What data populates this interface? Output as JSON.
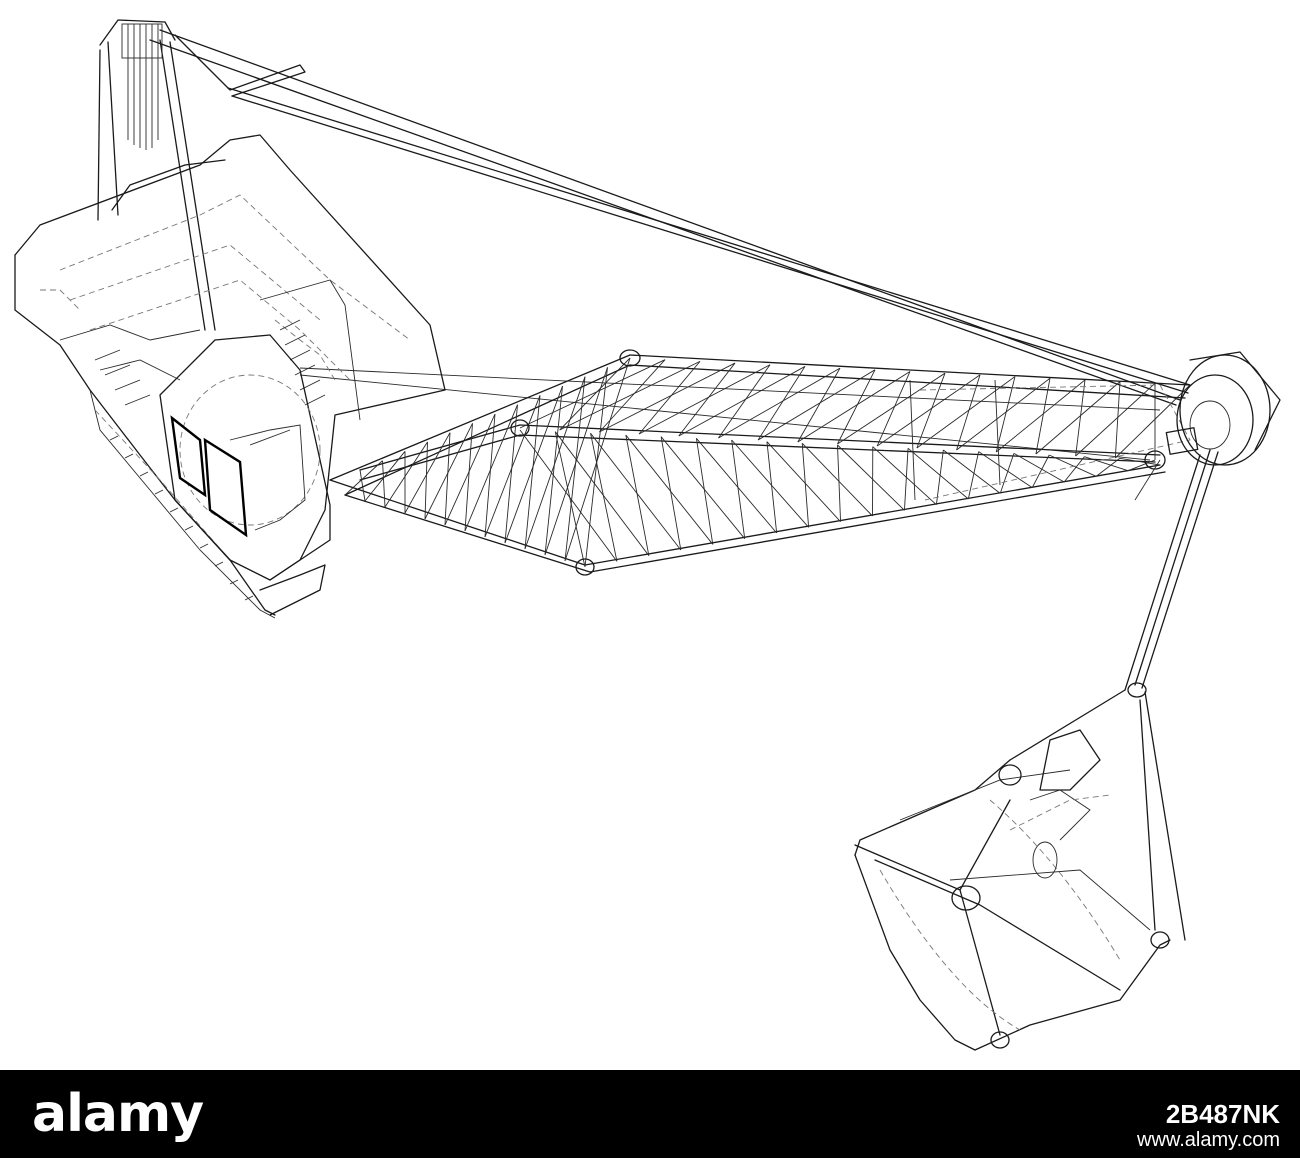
{
  "footer": {
    "brand": "alamy",
    "stock_id": "2B487NK",
    "url": "www.alamy.com"
  },
  "colors": {
    "footer_bg": "#000000",
    "footer_text": "#ffffff",
    "drawing_lines": "#1a1a1a",
    "background": "#ffffff"
  }
}
